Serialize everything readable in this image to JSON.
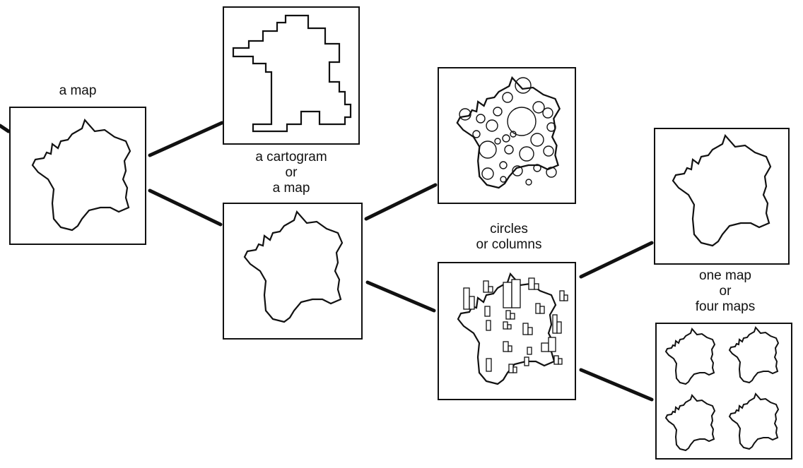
{
  "labels": {
    "map": "a map",
    "cartogram": [
      "a cartogram",
      "or",
      "a map"
    ],
    "circles": [
      "circles",
      "or columns"
    ],
    "final": [
      "one map",
      "or",
      "four maps"
    ]
  },
  "nodes": [
    {
      "name": "map",
      "label": "a map"
    },
    {
      "name": "cartogram",
      "label": "a cartogram"
    },
    {
      "name": "outline-map",
      "label": "a map"
    },
    {
      "name": "circles-map",
      "label": "circles"
    },
    {
      "name": "columns-map",
      "label": "columns"
    },
    {
      "name": "one-map",
      "label": "one map"
    },
    {
      "name": "four-maps",
      "label": "four maps"
    }
  ],
  "colors": {
    "ink": "#111111",
    "paper": "#ffffff"
  }
}
